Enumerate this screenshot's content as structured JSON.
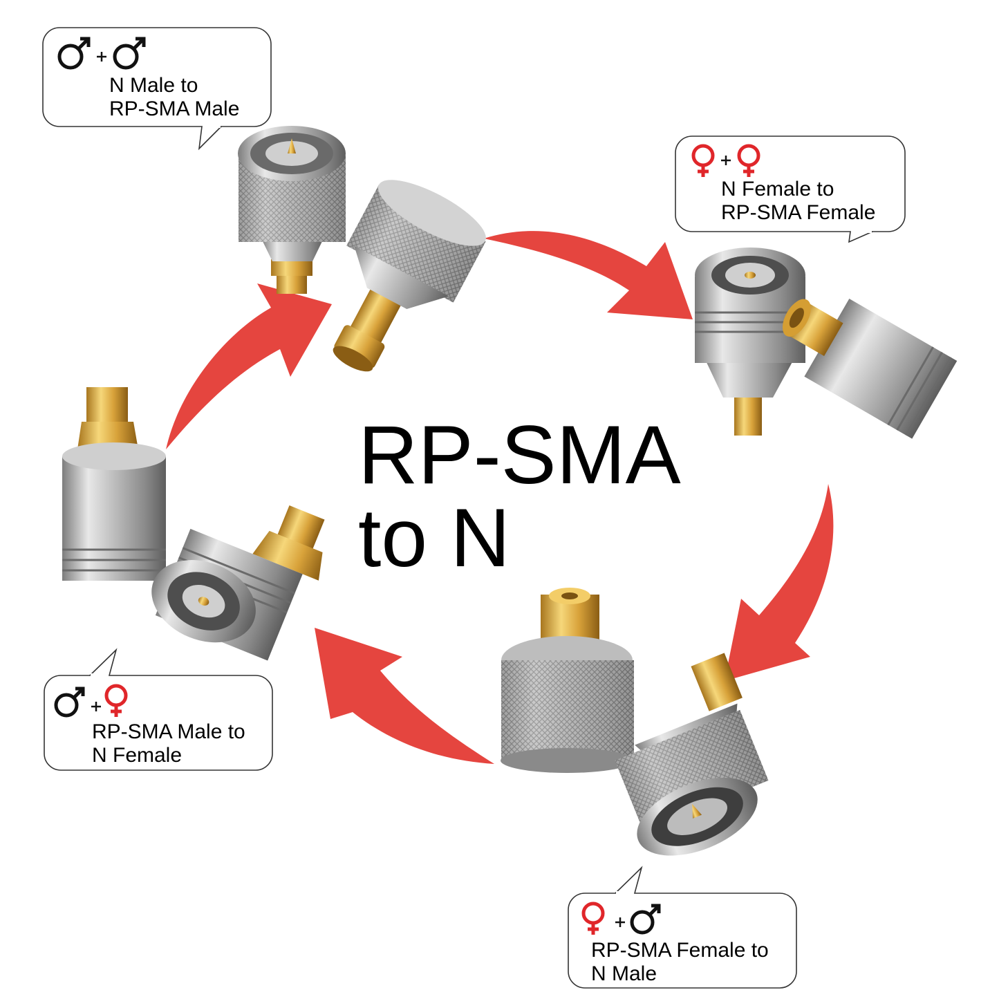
{
  "title": {
    "line1": "RP-SMA",
    "line2": "to N"
  },
  "colors": {
    "arrow": "#e5453f",
    "male_symbol": "#111111",
    "female_symbol": "#e0262a",
    "metal": "#b9b9b9",
    "gold": "#d9a640"
  },
  "adapters": [
    {
      "label_line1": "N Male to",
      "label_line2": "RP-SMA Male",
      "symbols": [
        "male",
        "male"
      ]
    },
    {
      "label_line1": "N Female to",
      "label_line2": "RP-SMA Female",
      "symbols": [
        "female",
        "female"
      ]
    },
    {
      "label_line1": "RP-SMA Female to",
      "label_line2": "N Male",
      "symbols": [
        "female",
        "male"
      ]
    },
    {
      "label_line1": "RP-SMA Male to",
      "label_line2": "N Female",
      "symbols": [
        "male",
        "female"
      ]
    }
  ],
  "symbol_glyphs": {
    "male": "♂",
    "female": "♀",
    "plus": "+"
  }
}
